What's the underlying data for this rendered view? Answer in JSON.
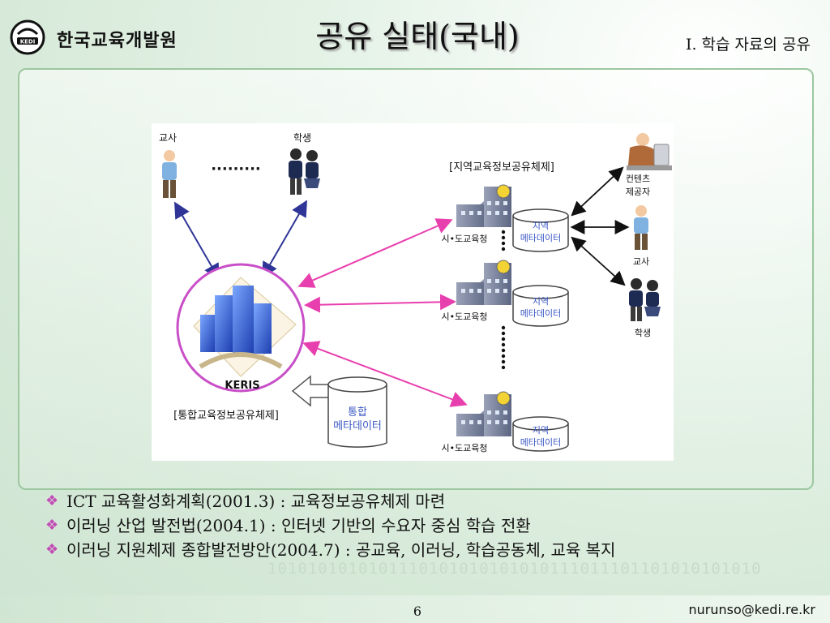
{
  "header": {
    "org_name": "한국교육개발원",
    "emblem_text": "KEDI",
    "title": "공유 실태(국내)",
    "section": "I. 학습 자료의 공유"
  },
  "diagram": {
    "teacher_top": "교사",
    "student_top": "학생",
    "dots_horizontal": "·········",
    "region_label": "[지역교육정보공유체제]",
    "integrated_label": "[통합교육정보공유체제]",
    "keris_label": "KERIS",
    "office_label": "시•도교육청",
    "region_db_line1": "지역",
    "region_db_line2": "메타데이터",
    "integrated_db_line1": "통합",
    "integrated_db_line2": "메타데이터",
    "provider_line1": "컨텐츠",
    "provider_line2": "제공자",
    "teacher_right": "교사",
    "student_right": "학생"
  },
  "bullets": [
    "ICT 교육활성화계획(2001.3) : 교육정보공유체제 마련",
    "이러닝 산업 발전법(2004.1) : 인터넷 기반의 수요자 중심 학습 전환",
    "이러닝 지원체제 종합발전방안(2004.7) : 공교육, 이러닝, 학습공동체, 교육 복지"
  ],
  "bullet_mark": "❖",
  "background_binary": "1010101010101110101010101010111011101101010101010",
  "footer": {
    "page_number": "6",
    "email": "nurunso@kedi.re.kr"
  },
  "colors": {
    "pink_arrow": "#e83fae",
    "navy_arrow": "#2e3596",
    "black_arrow": "#111111",
    "keris_ring": "#c94fc8",
    "db_text": "#3a57c4"
  }
}
